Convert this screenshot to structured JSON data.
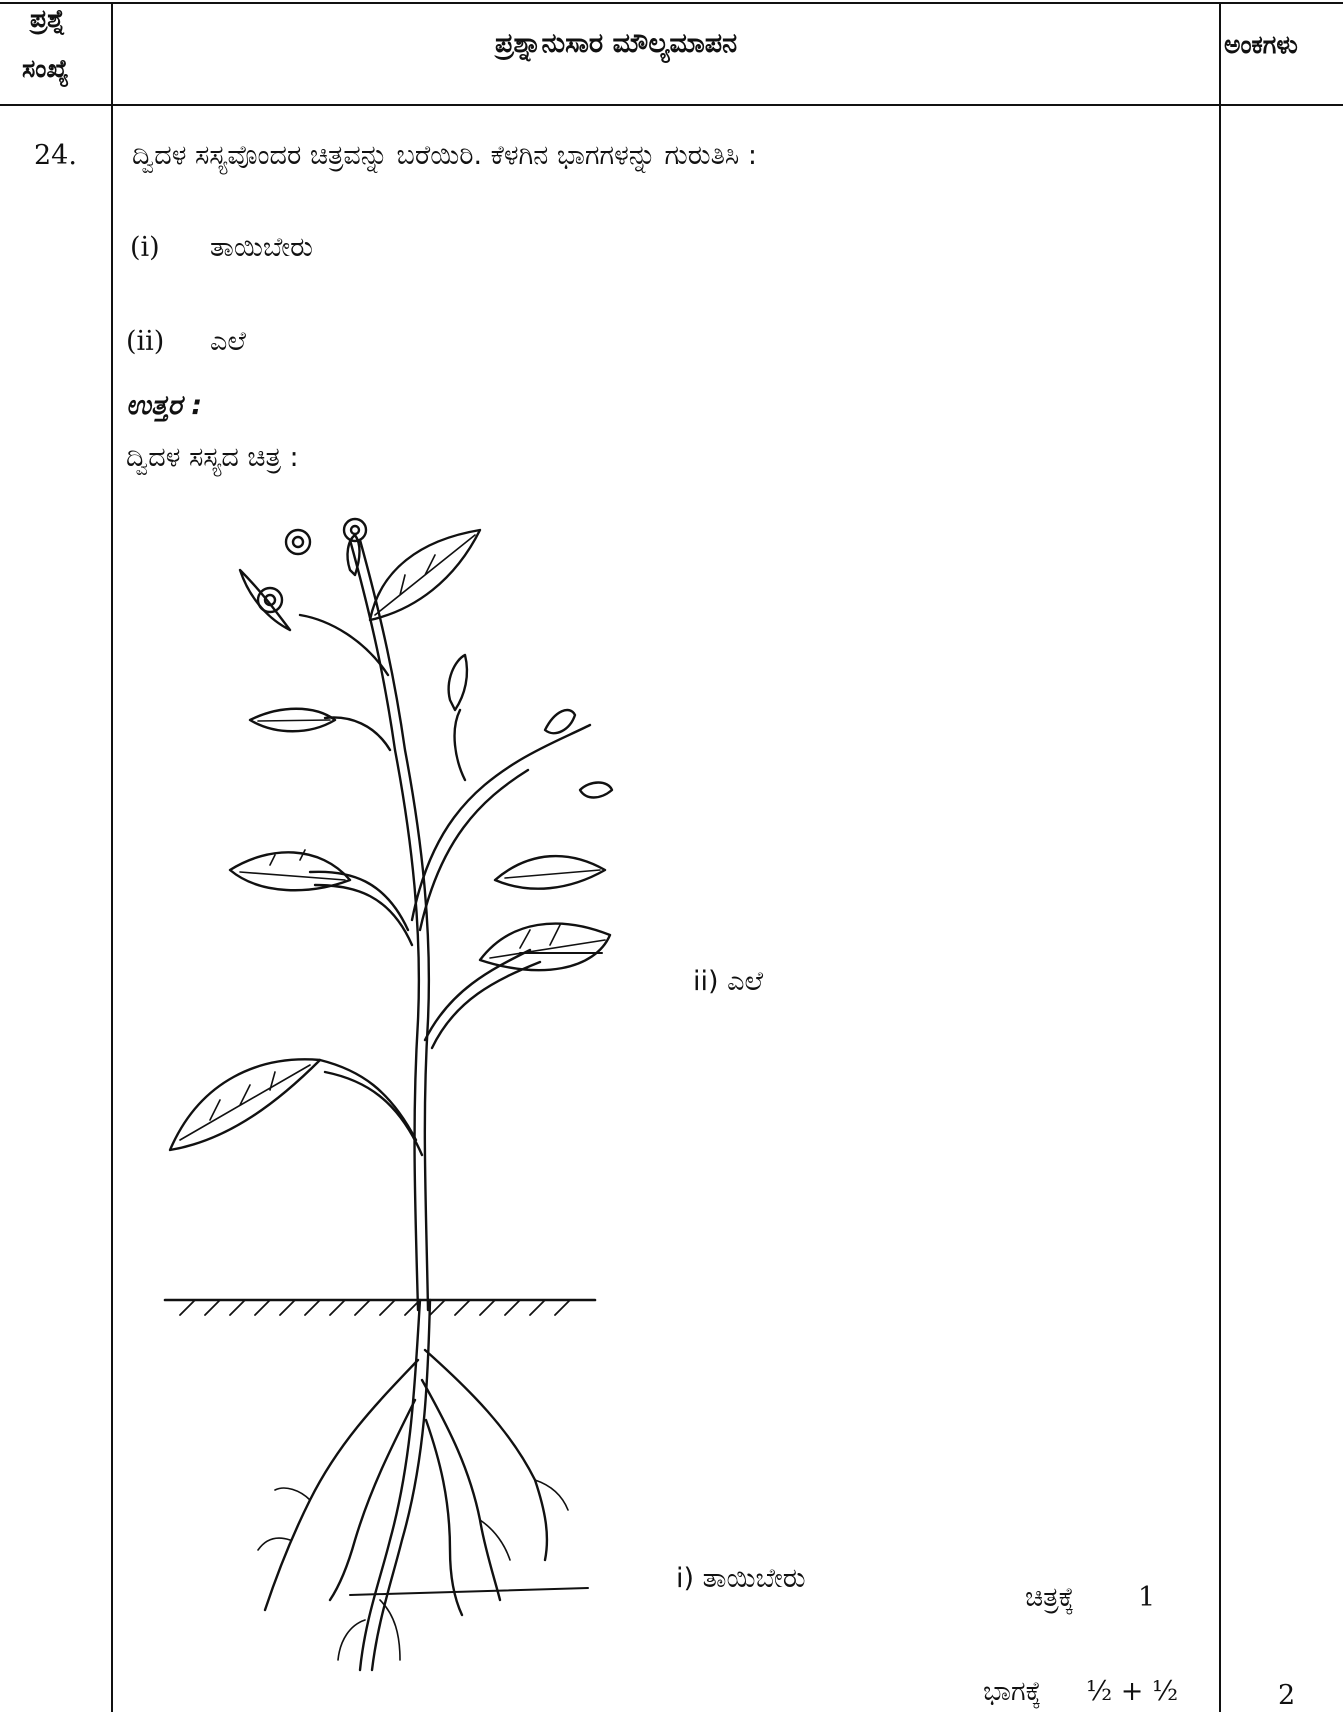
{
  "header": {
    "col1": [
      "ಪ್ರಶ್ನೆ",
      "ಸಂಖ್ಯೆ"
    ],
    "col2": "ಪ್ರಶ್ನಾನುಸಾರ ಮೌಲ್ಯಮಾಪನ",
    "col3": "ಅಂಕಗಳು"
  },
  "question": {
    "number": "24.",
    "text": "ದ್ವಿದಳ ಸಸ್ಯವೊಂದರ ಚಿತ್ರವನ್ನು ಬರೆಯಿರಿ. ಕೆಳಗಿನ ಭಾಗಗಳನ್ನು ಗುರುತಿಸಿ :",
    "parts": [
      {
        "num": "(i)",
        "label": "ತಾಯಿಬೇರು"
      },
      {
        "num": "(ii)",
        "label": "ಎಲೆ"
      }
    ]
  },
  "answer": {
    "heading": "ಉತ್ತರ :",
    "caption": "ದ್ವಿದಳ ಸಸ್ಯದ ಚಿತ್ರ :",
    "labels": {
      "leaf": "ii)  ಎಲೆ",
      "taproot": "i)  ತಾಯಿಬೇರು"
    }
  },
  "scoring": {
    "figure_label": "ಚಿತ್ರಕ್ಕೆ",
    "figure_marks": "1",
    "parts_label": "ಭಾಗಕ್ಕೆ",
    "parts_marks": "½ + ½",
    "total": "2"
  }
}
